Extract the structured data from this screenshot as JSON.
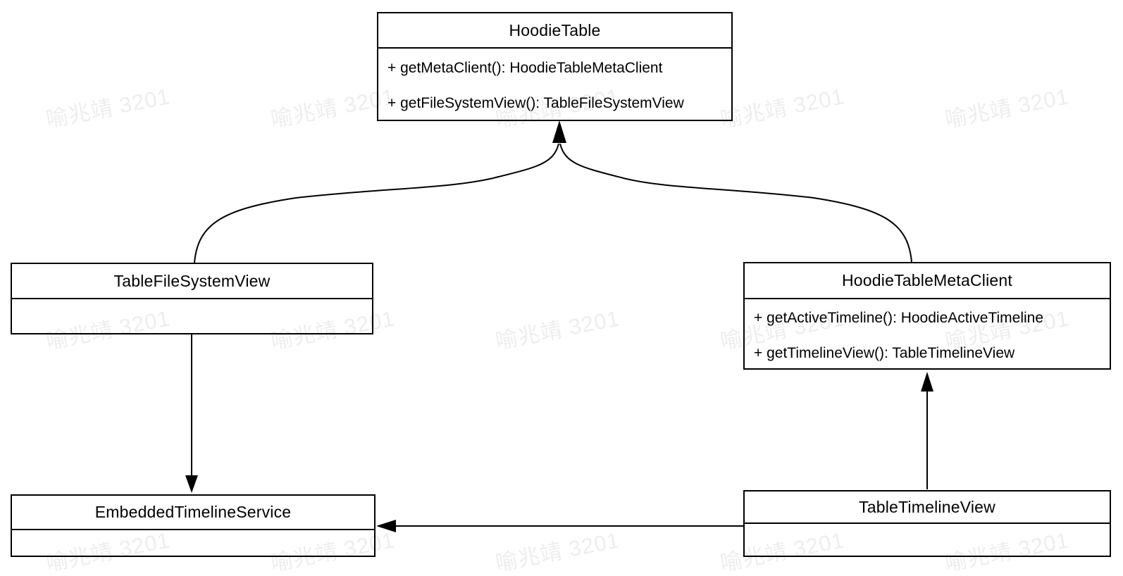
{
  "watermark": {
    "text": "喻兆靖 3201"
  },
  "colors": {
    "line": "#000000",
    "box_fill": "#ffffff",
    "text": "#000000",
    "watermark": "rgba(0,0,0,0.07)"
  },
  "classes": [
    {
      "title": "HoodieTable",
      "methods": [
        "+ getMetaClient(): HoodieTableMetaClient",
        "+ getFileSystemView(): TableFileSystemView"
      ]
    },
    {
      "title": "TableFileSystemView",
      "methods": []
    },
    {
      "title": "HoodieTableMetaClient",
      "methods": [
        "+ getActiveTimeline(): HoodieActiveTimeline",
        "+ getTimelineView(): TableTimelineView"
      ]
    },
    {
      "title": "EmbeddedTimelineService",
      "methods": []
    },
    {
      "title": "TableTimelineView",
      "methods": []
    }
  ],
  "relations": [
    {
      "from": "TableFileSystemView",
      "to": "HoodieTable",
      "style": "curved-arrow"
    },
    {
      "from": "HoodieTableMetaClient",
      "to": "HoodieTable",
      "style": "curved-arrow"
    },
    {
      "from": "TableFileSystemView",
      "to": "EmbeddedTimelineService",
      "style": "straight-arrow"
    },
    {
      "from": "TableTimelineView",
      "to": "HoodieTableMetaClient",
      "style": "straight-arrow"
    },
    {
      "from": "TableTimelineView",
      "to": "EmbeddedTimelineService",
      "style": "straight-arrow"
    }
  ]
}
